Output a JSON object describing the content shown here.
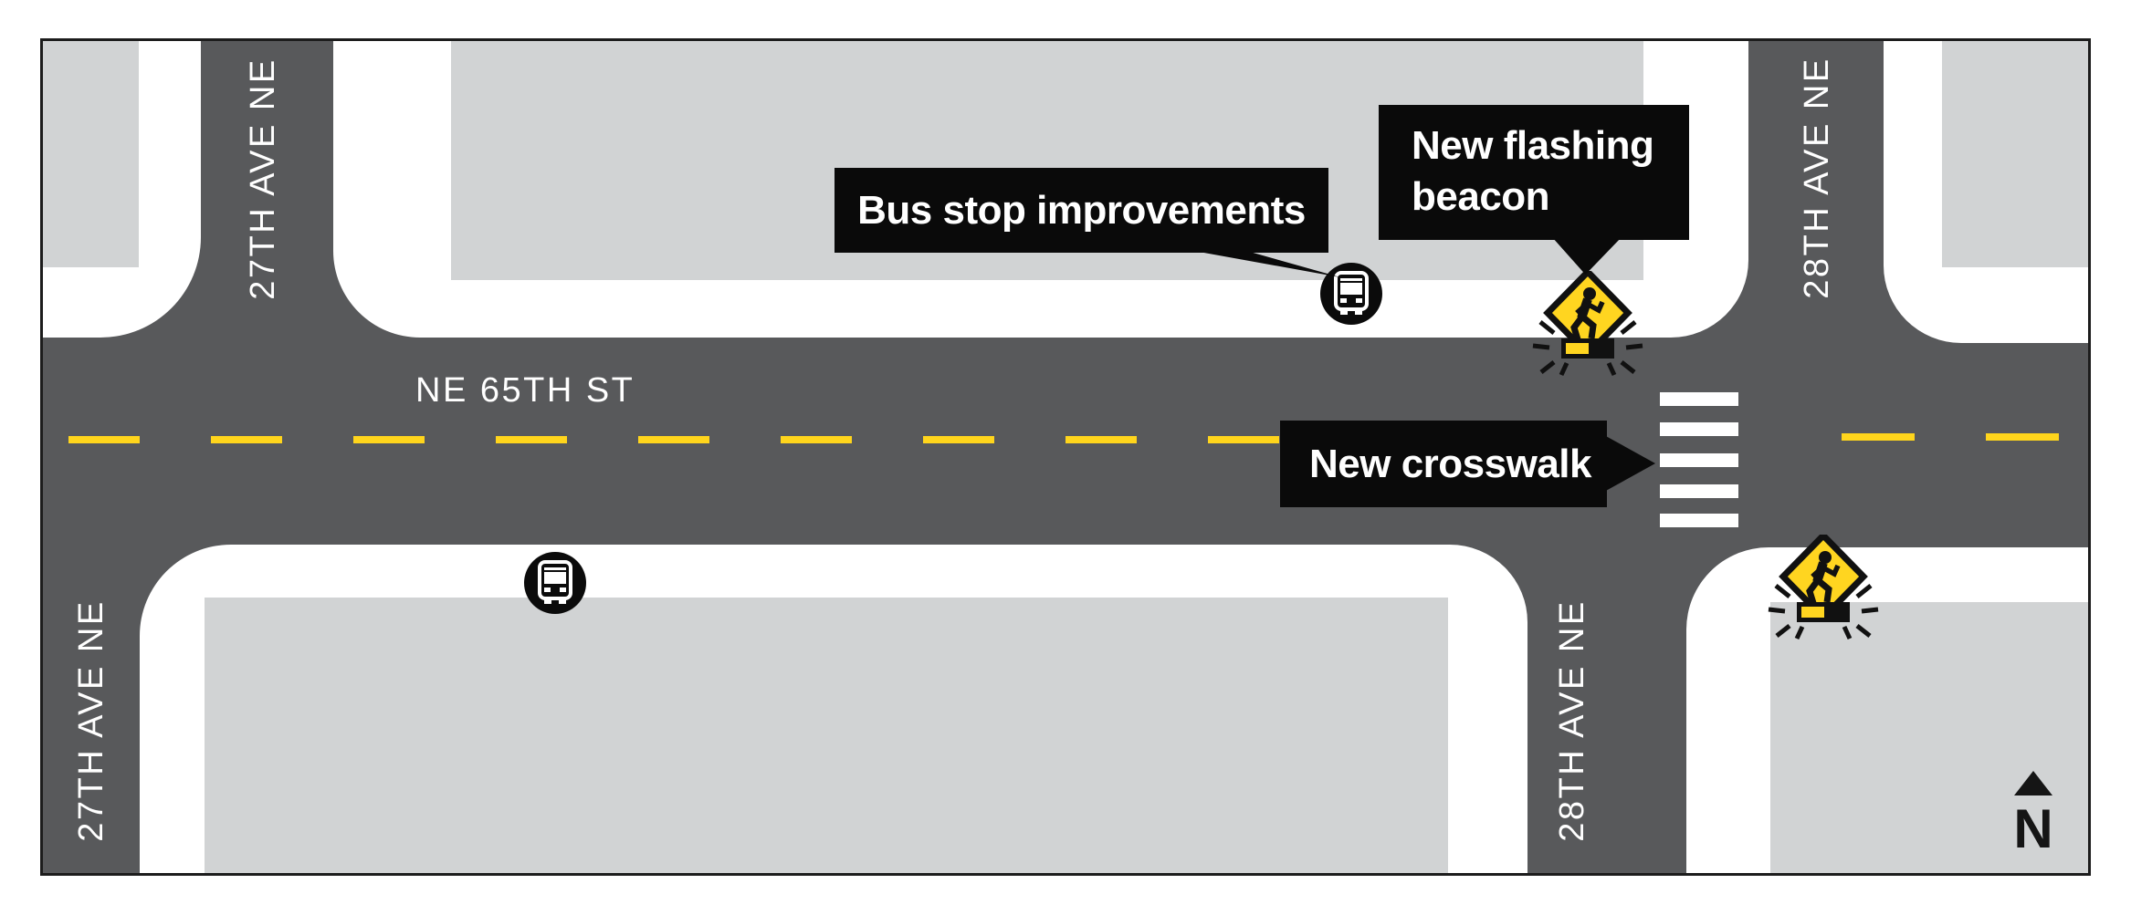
{
  "map": {
    "streets": {
      "main": "NE 65TH ST",
      "ave27_north": "27TH AVE NE",
      "ave27_south": "27TH AVE NE",
      "ave28_north": "28TH AVE NE",
      "ave28_south": "28TH AVE NE"
    },
    "callouts": {
      "bus_stop": "Bus stop improvements",
      "flashing_beacon": "New flashing beacon",
      "crosswalk": "New crosswalk"
    },
    "compass": {
      "north": "N"
    },
    "icons": {
      "bus": "bus-stop-icon",
      "pedestrian_sign": "pedestrian-crossing-sign-icon",
      "flashing_beacon": "flashing-beacon-icon",
      "north_arrow": "north-arrow-icon"
    },
    "colors": {
      "road": "#58595B",
      "block": "#D1D3D4",
      "sidewalk": "#FFFFFF",
      "center_line": "#FFD51C",
      "sign_yellow": "#FFD520",
      "callout_bg": "#0A0A0A",
      "callout_text": "#FFFFFF",
      "frame": "#1C1C1C"
    }
  }
}
